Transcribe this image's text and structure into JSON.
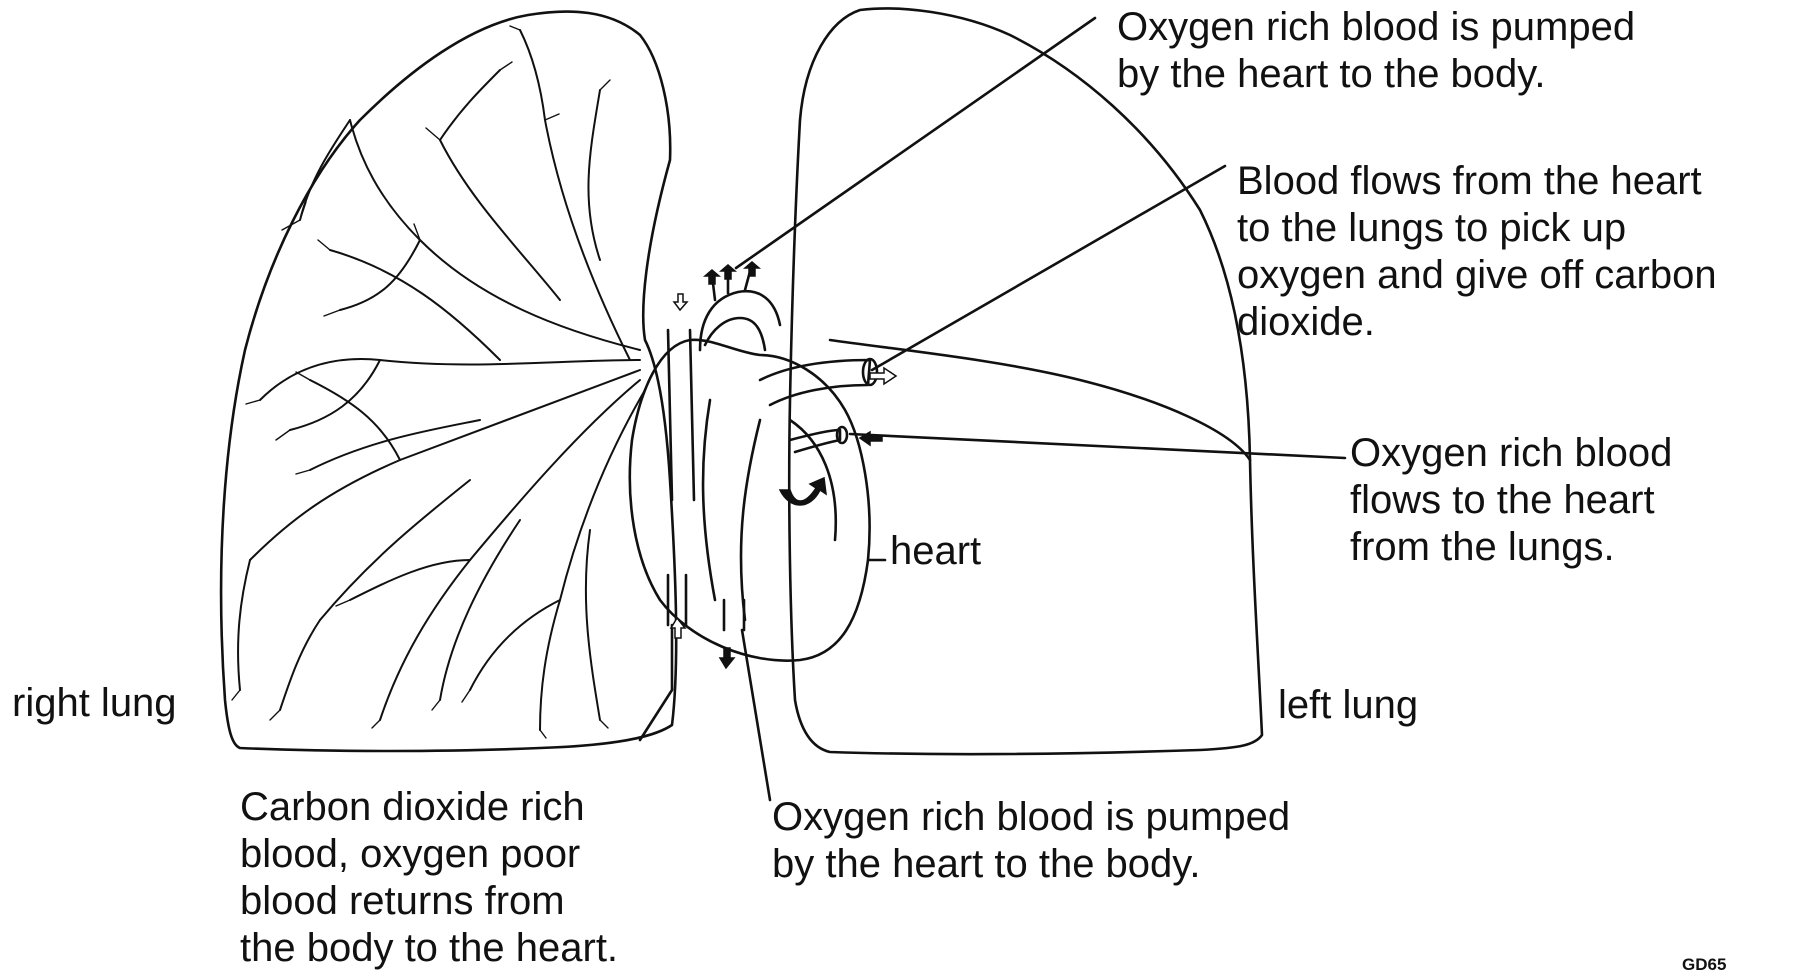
{
  "labels": {
    "top_right": [
      "Oxygen rich blood is pumped",
      "by the heart to the body."
    ],
    "mid_right": [
      "Blood flows from the heart",
      "to the lungs to pick up",
      "oxygen and give off carbon",
      "dioxide."
    ],
    "lower_right": [
      "Oxygen rich blood",
      "flows to the heart",
      "from the lungs."
    ],
    "heart": "heart",
    "right_lung": "right lung",
    "left_lung": "left lung",
    "bottom_left": [
      "Carbon dioxide rich",
      "blood, oxygen poor",
      "blood returns from",
      "the body to the heart."
    ],
    "bottom_center": [
      "Oxygen rich blood is pumped",
      "by the heart to the body."
    ]
  },
  "figure_code": "GD65"
}
